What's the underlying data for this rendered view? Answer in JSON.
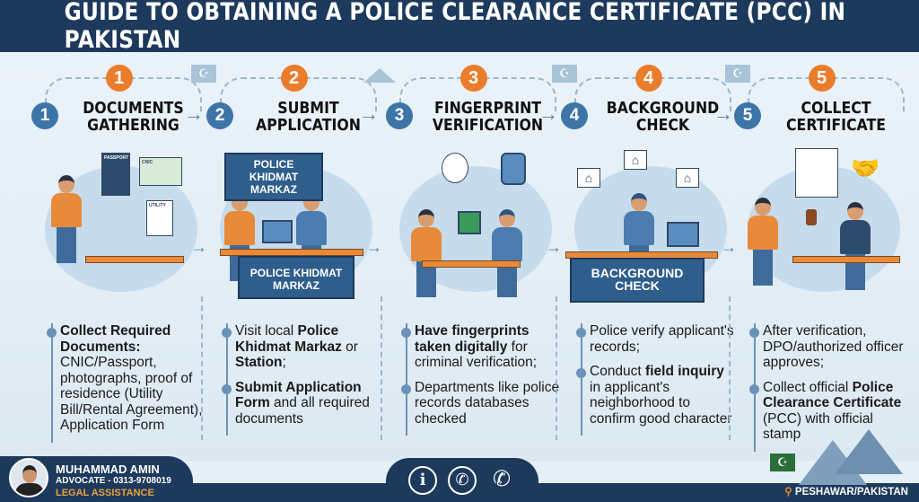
{
  "title": "GUIDE TO OBTAINING A POLICE CLEARANCE CERTIFICATE (PCC) IN PAKISTAN",
  "steps": [
    {
      "n": "1",
      "title": "DOCUMENTS\nGATHERING",
      "labels": [
        "PASSPORT",
        "CNIC",
        "UTILITY"
      ],
      "bullets": [
        [
          {
            "t": "Collect Required Documents:",
            "b": true
          },
          {
            "t": " CNIC/Passport, photographs, proof of residence (Utility Bill/Rental Agreement), Application Form"
          }
        ]
      ]
    },
    {
      "n": "2",
      "title": "SUBMIT\nAPPLICATION",
      "signs": [
        "POLICE KHIDMAT MARKAZ",
        "POLICE KHIDMAT MARKAZ"
      ],
      "bullets": [
        [
          {
            "t": "Visit local "
          },
          {
            "t": "Police Khidmat Markaz",
            "b": true
          },
          {
            "t": " or "
          },
          {
            "t": "Station",
            "b": true
          },
          {
            "t": ";"
          }
        ],
        [
          {
            "t": "Submit Application Form",
            "b": true
          },
          {
            "t": " and all required documents"
          }
        ]
      ]
    },
    {
      "n": "3",
      "title": "FINGERPRINT\nVERIFICATION",
      "bullets": [
        [
          {
            "t": "Have fingerprints taken digitally",
            "b": true
          },
          {
            "t": " for criminal verification;"
          }
        ],
        [
          {
            "t": "Departments like police records databases checked"
          }
        ]
      ]
    },
    {
      "n": "4",
      "title": "BACKGROUND\nCHECK",
      "signs": [
        "BACKGROUND CHECK"
      ],
      "bullets": [
        [
          {
            "t": "Police verify applicant's records;"
          }
        ],
        [
          {
            "t": "Conduct "
          },
          {
            "t": "field inquiry",
            "b": true
          },
          {
            "t": " in applicant's neighborhood to confirm good character"
          }
        ]
      ]
    },
    {
      "n": "5",
      "title": "COLLECT\nCERTIFICATE",
      "bullets": [
        [
          {
            "t": "After verification, DPO/authorized officer approves;"
          }
        ],
        [
          {
            "t": "Collect official "
          },
          {
            "t": "Police Clearance Certificate",
            "b": true
          },
          {
            "t": " (PCC) with official stamp"
          }
        ]
      ]
    }
  ],
  "profile": {
    "name": "MUHAMMAD AMIN",
    "role": "ADVOCATE - 0313-9708019",
    "tag": "LEGAL ASSISTANCE"
  },
  "contact_icons": [
    "info-icon",
    "whatsapp-icon",
    "phone-chat-icon"
  ],
  "location": "PESHAWAR/PAKISTAN",
  "colors": {
    "navy": "#1d3a5c",
    "orange": "#ea7d2c",
    "blue": "#3e75a8"
  }
}
